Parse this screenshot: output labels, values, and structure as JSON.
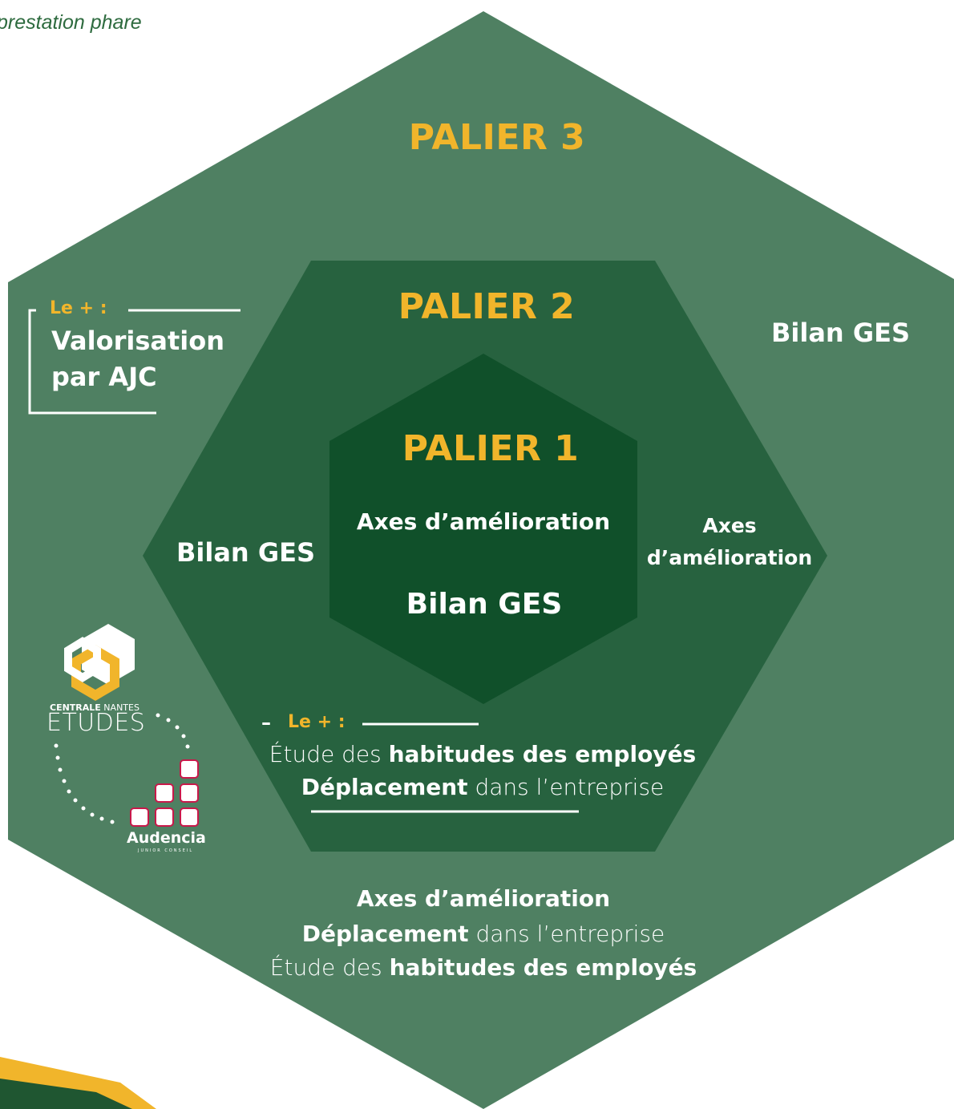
{
  "header": {
    "title_fragment": "",
    "subtitle": "prestation phare"
  },
  "palier3": {
    "title": "PALIER 3",
    "right_label": "Bilan GES",
    "bottom_lines": [
      {
        "bold": "Axes d’amélioration",
        "rest": ""
      },
      {
        "bold": "Déplacement",
        "rest": " dans l’entreprise"
      },
      {
        "pre": "Étude des ",
        "bold": "habitudes des employés"
      }
    ],
    "plus_label": "Le + :",
    "plus_line1": "Valorisation",
    "plus_line2": "par AJC"
  },
  "palier2": {
    "title": "PALIER 2",
    "left_label": "Bilan GES",
    "right_label_line1": "Axes",
    "right_label_line2": "d’amélioration",
    "plus_label": "Le + :",
    "plus_dash": "–",
    "line1_pre": "Étude des ",
    "line1_bold": "habitudes des employés",
    "line2_bold": "Déplacement",
    "line2_rest": " dans l’entreprise"
  },
  "palier1": {
    "title": "PALIER 1",
    "line1": "Axes d’amélioration",
    "line2": "Bilan GES"
  },
  "logos": {
    "centrale_bold": "CENTRALE",
    "centrale_light": " NANTES",
    "etudes": "ETUDES",
    "audencia": "Audencia",
    "audencia_sub": "JUNIOR CONSEIL"
  },
  "colors": {
    "outer_hex": "#4f8062",
    "middle_hex": "#27623f",
    "inner_hex": "#10502a",
    "accent": "#f1b52b",
    "corner_dark": "#1f5631"
  }
}
